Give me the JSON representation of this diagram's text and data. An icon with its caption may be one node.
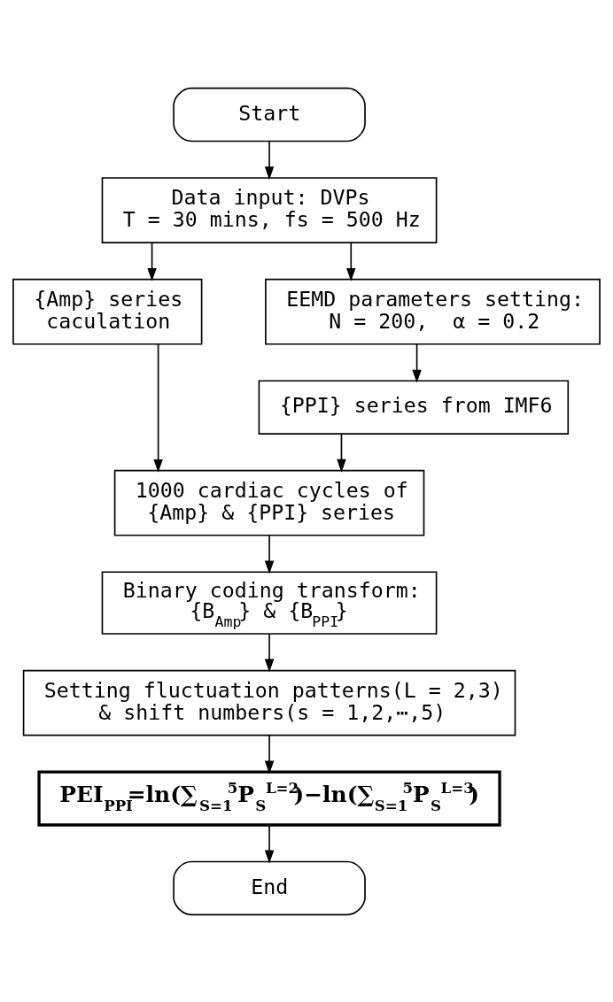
{
  "diagram": {
    "nodes": [
      {
        "text": [
          "Start"
        ]
      },
      {
        "text": [
          "Data input: DVPs",
          "T = 30 mins, fs = 500 Hz"
        ]
      },
      {
        "text": [
          "{Amp} series caculation"
        ]
      },
      {
        "text": [
          "EEMD parameters setting:",
          "N = 200,  α = 0.2"
        ]
      },
      {
        "text": [
          "{PPI} series from IMF6"
        ]
      },
      {
        "text": [
          "1000 cardiac cycles of {Amp} & {PPI} series"
        ]
      },
      {
        "text": [
          "Binary coding transform:",
          "{B$_{Amp}$} & {B$_{PPI}$}"
        ]
      },
      {
        "text": [
          "Setting fluctuation patterns(L = 2,3) & shift numbers(s = 1,2,⋯,5)"
        ]
      },
      {
        "text": [
          "PEI$_{PPI}$=ln(∑$_{S=1}$$^{5}$P$_{S}$$^{L=2}$)−ln(∑$_{S=1}$$^{5}$P$_{S}$$^{L=3}$)"
        ]
      },
      {
        "text": [
          "End"
        ]
      }
    ],
    "edges": [
      {
        "from": 0,
        "to": 1,
        "arrow": "to"
      },
      {
        "from": 1,
        "to": 2,
        "arrow": "to"
      },
      {
        "from": 1,
        "to": 3,
        "arrow": "to"
      },
      {
        "from": 3,
        "to": 4,
        "arrow": "to"
      },
      {
        "from": 2,
        "to": 5,
        "arrow": "to"
      },
      {
        "from": 4,
        "to": 5,
        "arrow": "to"
      },
      {
        "from": 5,
        "to": 6,
        "arrow": "to"
      },
      {
        "from": 6,
        "to": 7,
        "arrow": "to"
      },
      {
        "from": 7,
        "to": 8,
        "arrow": "to"
      },
      {
        "from": 8,
        "to": 9,
        "arrow": "to"
      }
    ]
  }
}
